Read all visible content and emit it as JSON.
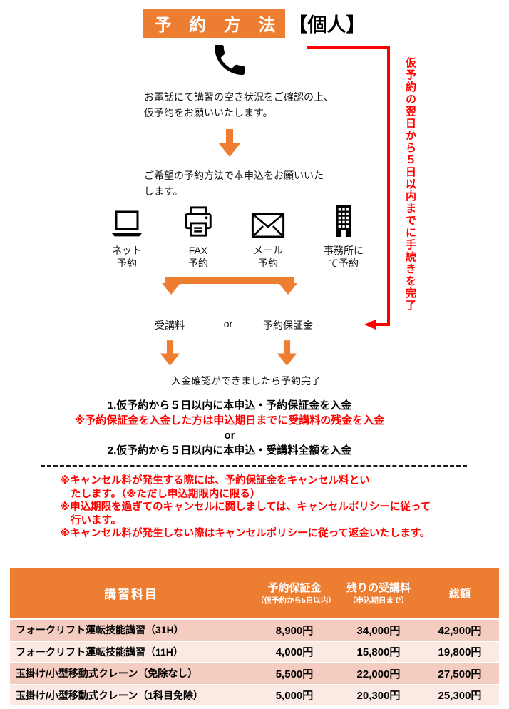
{
  "colors": {
    "accent_orange": "#ED7D31",
    "note_red": "#FF0000",
    "row_dark": "#F4CCC0",
    "row_light": "#FBE9E3"
  },
  "title": {
    "main": "予 約 方 法",
    "suffix": "【個人】"
  },
  "flow": {
    "step1_line1": "お電話にて講習の空き状況をご確認の上、",
    "step1_line2": "仮予約をお願いいたします。",
    "step2_line1": "ご希望の予約方法で本申込をお願いいた",
    "step2_line2": "します。",
    "methods": [
      {
        "icon": "laptop-icon",
        "line1": "ネット",
        "line2": "予約"
      },
      {
        "icon": "fax-icon",
        "line1": "FAX",
        "line2": "予約"
      },
      {
        "icon": "mail-icon",
        "line1": "メール",
        "line2": "予約"
      },
      {
        "icon": "building-icon",
        "line1": "事務所に",
        "line2": "て予約"
      }
    ],
    "pay_option_left": "受講料",
    "pay_option_or": "or",
    "pay_option_right": "予約保証金",
    "completion": "入金確認ができましたら予約完了",
    "deadline_note": "仮予約の翌日から５日以内までに手続きを完了"
  },
  "payment_steps": {
    "line1": "1.仮予約から５日以内に本申込・予約保証金を入金",
    "line2": "※予約保証金を入金した方は申込期日までに受講料の残金を入金",
    "line3": "or",
    "line4": "2.仮予約から５日以内に本申込・受講料全額を入金"
  },
  "cancel_policy": {
    "lines": [
      {
        "text": "※キャンセル料が発生する際には、予約保証金をキャンセル料とい",
        "indent": false
      },
      {
        "text": "たします。（※ただし申込期限内に限る）",
        "indent": true
      },
      {
        "text": "※申込期限を過ぎてのキャンセルに関しましては、キャンセルポリシーに従って",
        "indent": false
      },
      {
        "text": "行います。",
        "indent": true
      },
      {
        "text": "※キャンセル料が発生しない際はキャンセルポリシーに従って返金いたします。",
        "indent": false
      }
    ]
  },
  "table": {
    "headers": {
      "col1": "講習科目",
      "col2_main": "予約保証金",
      "col2_sub": "（仮予約から5日以内）",
      "col3_main": "残りの受講料",
      "col3_sub": "（申込期日まで）",
      "col4": "総額"
    },
    "rows": [
      {
        "course": "フォークリフト運転技能講習（31H）",
        "deposit": "8,900円",
        "remaining": "34,000円",
        "total": "42,900円"
      },
      {
        "course": "フォークリフト運転技能講習（11H）",
        "deposit": "4,000円",
        "remaining": "15,800円",
        "total": "19,800円"
      },
      {
        "course": "玉掛け/小型移動式クレーン（免除なし）",
        "deposit": "5,500円",
        "remaining": "22,000円",
        "total": "27,500円"
      },
      {
        "course": "玉掛け/小型移動式クレーン（1科目免除）",
        "deposit": "5,000円",
        "remaining": "20,300円",
        "total": "25,300円"
      }
    ]
  }
}
